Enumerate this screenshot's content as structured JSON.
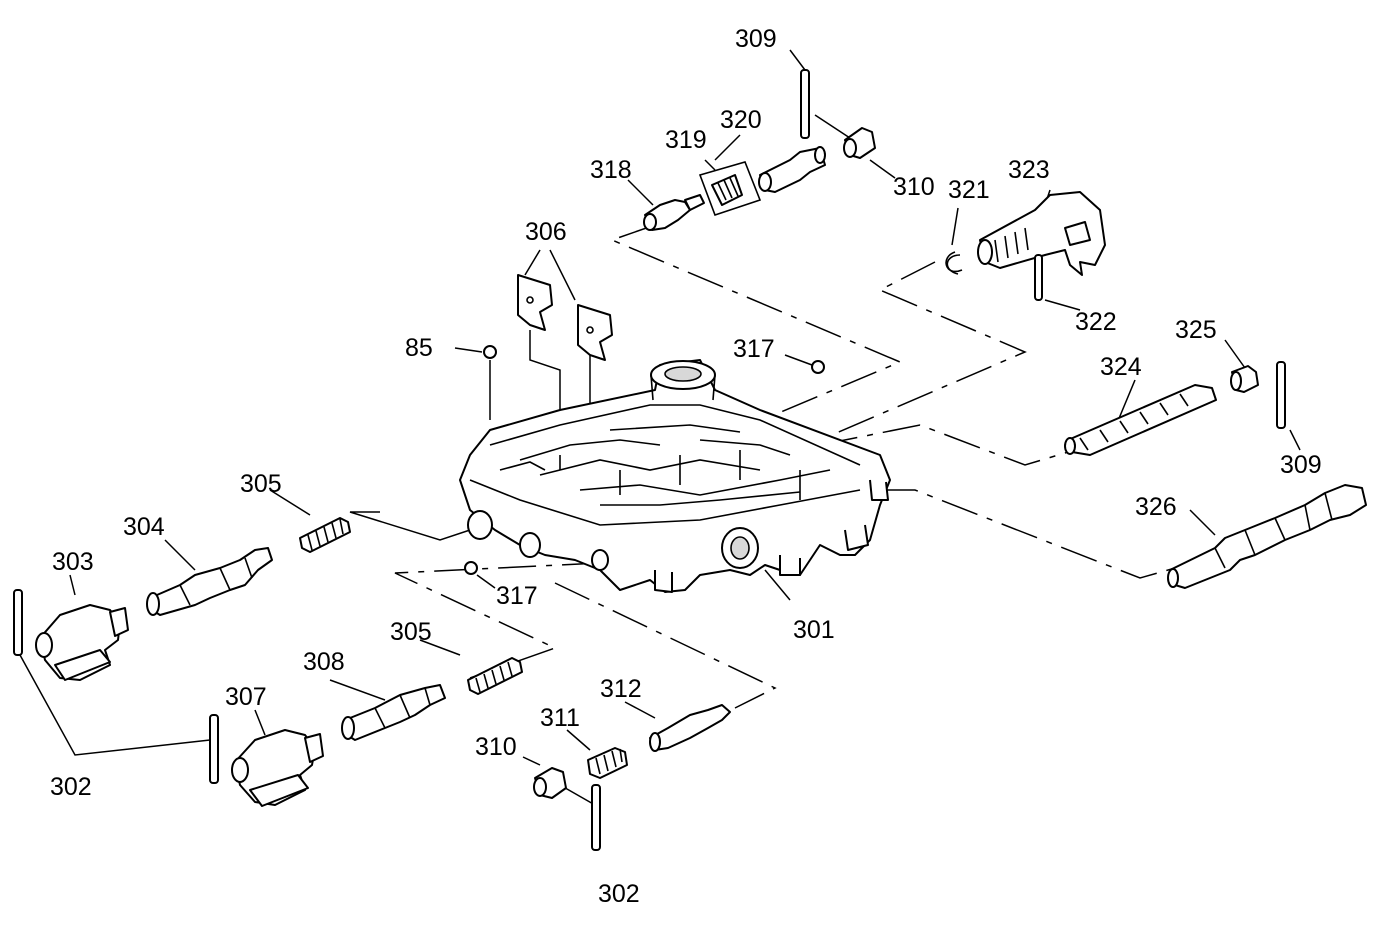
{
  "labels": {
    "p85": "85",
    "p301": "301",
    "p302_left": "302",
    "p302_bottom": "302",
    "p303": "303",
    "p304": "304",
    "p305_left": "305",
    "p305_lower": "305",
    "p306": "306",
    "p307": "307",
    "p308": "308",
    "p309_top": "309",
    "p309_right": "309",
    "p310_top": "310",
    "p310_bottom": "310",
    "p311": "311",
    "p312": "312",
    "p317_top": "317",
    "p317_mid": "317",
    "p318": "318",
    "p319": "319",
    "p320": "320",
    "p321": "321",
    "p322": "322",
    "p323": "323",
    "p324": "324",
    "p325": "325",
    "p326": "326"
  }
}
